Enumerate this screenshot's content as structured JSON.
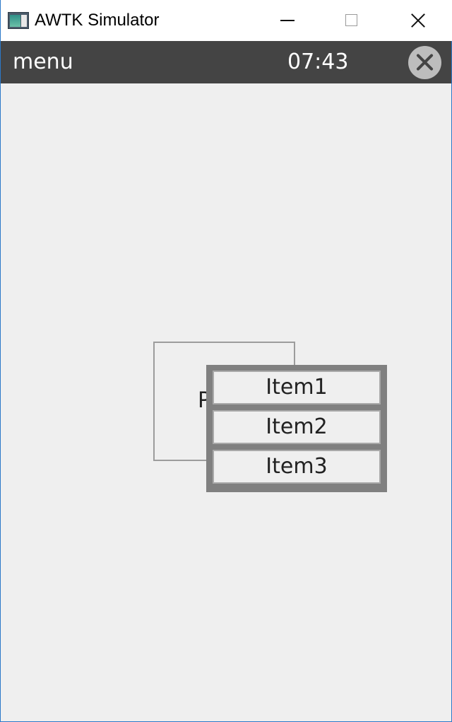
{
  "window": {
    "title": "AWTK Simulator"
  },
  "appbar": {
    "title": "menu",
    "time": "07:43"
  },
  "popup_button": {
    "label": "P"
  },
  "menu": {
    "items": [
      {
        "label": "Item1"
      },
      {
        "label": "Item2"
      },
      {
        "label": "Item3"
      }
    ]
  },
  "colors": {
    "appbar_bg": "#444444",
    "content_bg": "#efefef",
    "menu_frame": "#808080"
  },
  "icons": {
    "app": "app-window-icon",
    "close": "close-icon"
  }
}
